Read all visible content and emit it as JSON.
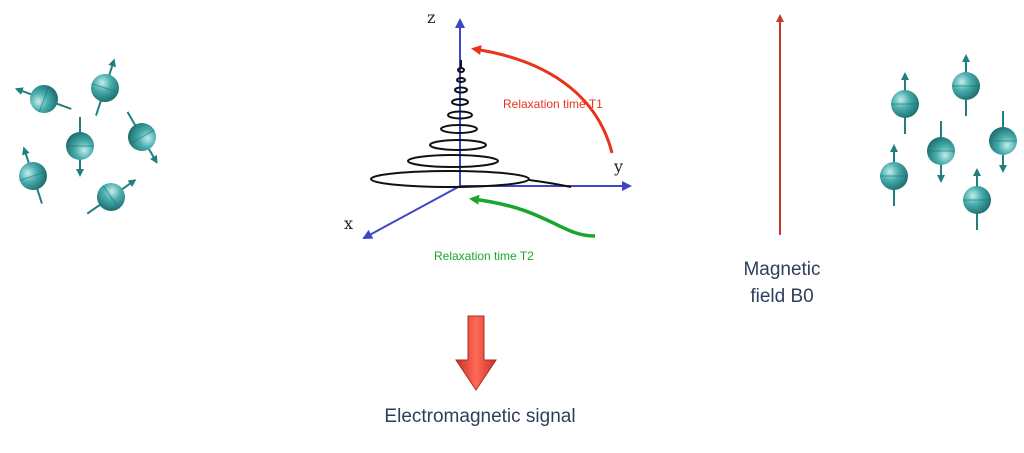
{
  "diagram": {
    "axes": {
      "z": "z",
      "y": "y",
      "x": "x"
    },
    "relaxation_t1": "Relaxation time T1",
    "relaxation_t2": "Relaxation time T2",
    "magnetic_field_line1": "Magnetic",
    "magnetic_field_line2": "field B0",
    "signal_label": "Electromagnetic signal"
  },
  "colors": {
    "spin": "#3aa0a0",
    "axis": "#3f46c6",
    "t1": "#e8341c",
    "t2": "#1aa62c",
    "text": "#2e3f5c",
    "field_arrow": "#c0392b",
    "signal_arrow": "#e23a2b"
  }
}
